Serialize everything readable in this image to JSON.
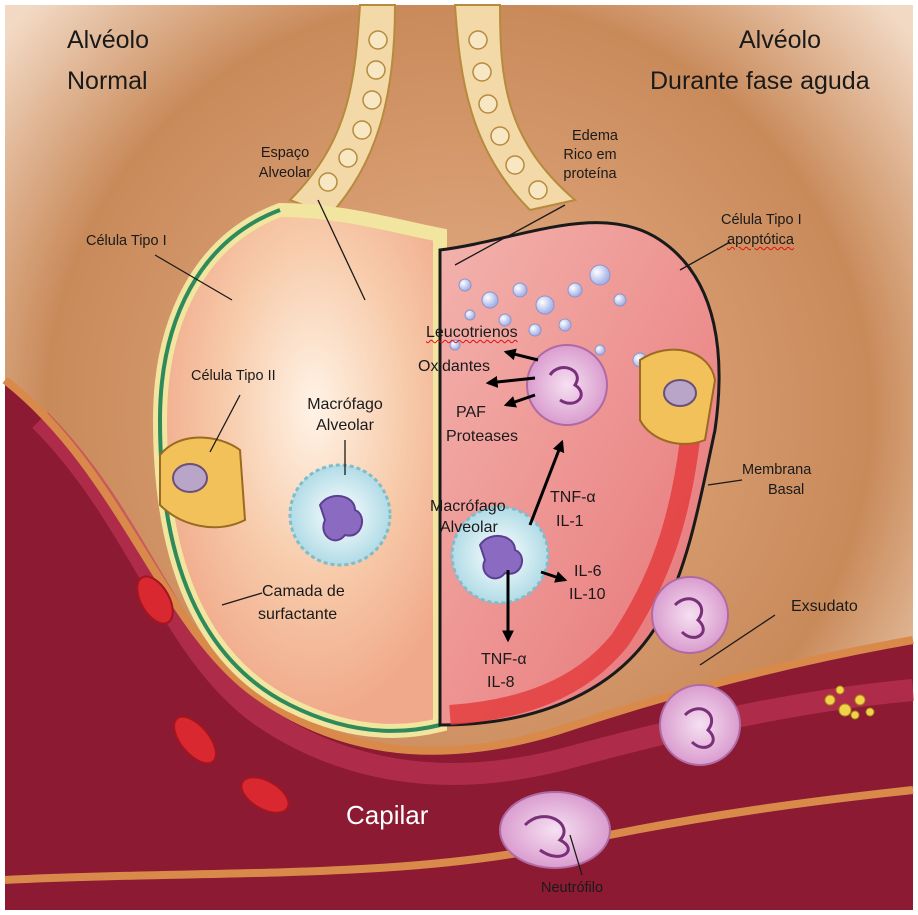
{
  "titles": {
    "normal_line1": "Alvéolo",
    "normal_line2": "Normal",
    "acute_line1": "Alvéolo",
    "acute_line2": "Durante fase aguda"
  },
  "labels": {
    "espaco_line1": "Espaço",
    "espaco_line2": "Alveolar",
    "edema_line1": "Edema",
    "edema_line2": "Rico em",
    "edema_line3": "proteína",
    "celula_tipo1": "Célula Tipo I",
    "celula_tipo1_apop_line1": "Célula Tipo I",
    "celula_tipo1_apop_line2": "apoptótica",
    "celula_tipo2": "Célula Tipo II",
    "macrofago_normal_line1": "Macrófago",
    "macrofago_normal_line2": "Alveolar",
    "leucotrienos": "Leucotrienos",
    "oxidantes": "Oxidantes",
    "paf": "PAF",
    "proteases": "Proteases",
    "macrofago_acute_line1": "Macrófago",
    "macrofago_acute_line2": "Alveolar",
    "tnf_il1_line1": "TNF-α",
    "tnf_il1_line2": "IL-1",
    "il6": "IL-6",
    "il10": "IL-10",
    "tnf_il8_line1": "TNF-α",
    "tnf_il8_line2": "IL-8",
    "membrana_line1": "Membrana",
    "membrana_line2": "Basal",
    "exsudato": "Exsudato",
    "camada_line1": "Camada de",
    "camada_line2": "surfactante",
    "capilar": "Capilar",
    "neutrofilo": "Neutrófilo"
  },
  "colors": {
    "background_tissue": "#c98a5a",
    "alveolar_space_normal": "#f7c6a6",
    "alveolar_space_acute": "#ee8f8c",
    "capillary": "#a3203a",
    "red_cell": "#d9282f",
    "epithelium_green": "#2e8a5a",
    "surfactant_yellow": "#f3e7a8",
    "macrophage": "#c8e6ee",
    "neutrophil": "#e3a7d8"
  }
}
